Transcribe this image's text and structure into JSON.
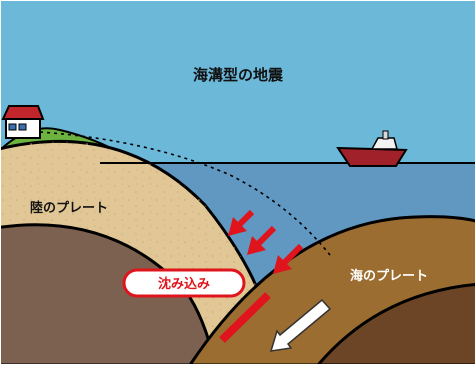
{
  "title": "海溝型の地震",
  "labels": {
    "land_plate": "陸のプレート",
    "ocean_plate": "海のプレート",
    "subduction": "沈み込み"
  },
  "colors": {
    "sky": "#6cb8d9",
    "sea": "#6098c2",
    "land_plate": "#e2c796",
    "land_plate_lower": "#7d6150",
    "ocean_plate": "#9c6d31",
    "ocean_plate_lower": "#6b4526",
    "subduction_zone": "#e0141c",
    "arrow": "#e0141c",
    "grass": "#6db33f"
  },
  "icons": [
    "house-icon",
    "boat-icon",
    "movement-arrow-icon"
  ]
}
